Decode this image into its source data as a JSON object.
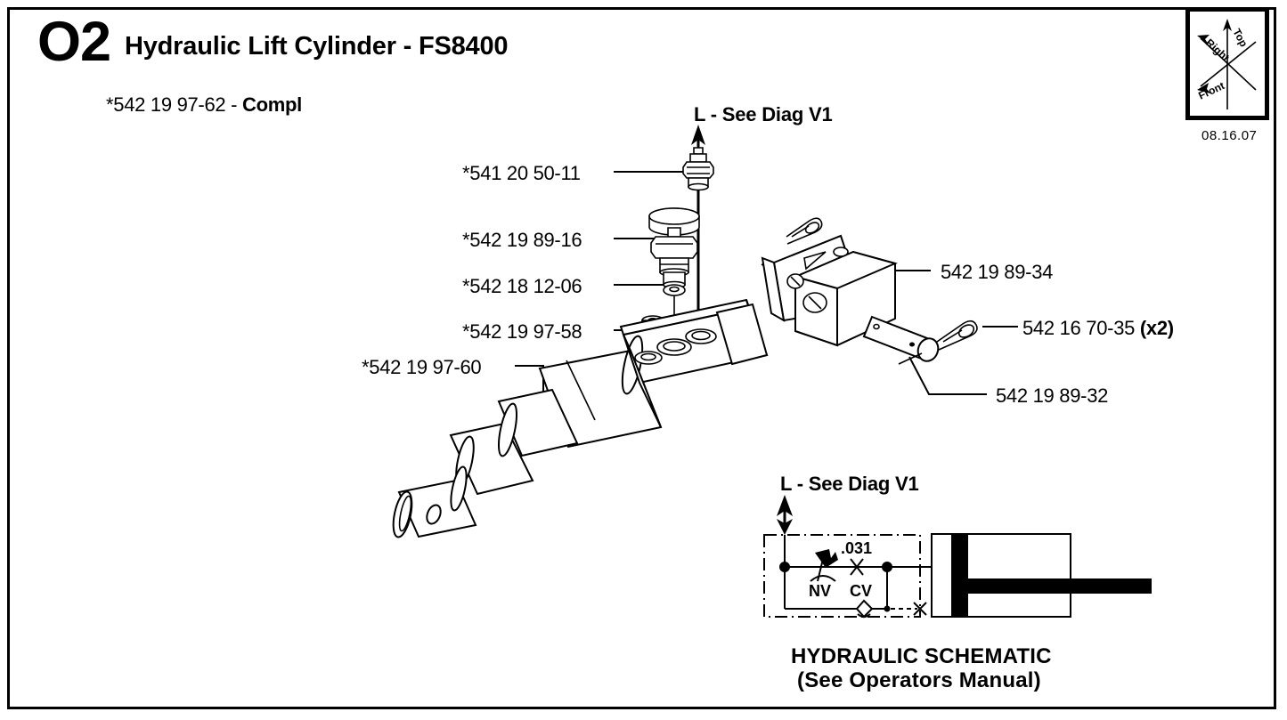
{
  "plate": {
    "number": "O2",
    "title": "Hydraulic Lift Cylinder - FS8400",
    "assembly_prefix": "*542 19 97-62 - ",
    "assembly_suffix": "Compl",
    "revision_date": "08.16.07"
  },
  "compass": {
    "top_label": "Top",
    "right_label": "Right",
    "front_label": "Front"
  },
  "callouts": [
    {
      "id": "diag-top",
      "text": "L - See Diag V1"
    },
    {
      "id": "54120-50-11",
      "text": "*541 20 50-11"
    },
    {
      "id": "5421989-16",
      "text": "*542 19 89-16"
    },
    {
      "id": "5421812-06",
      "text": "*542 18 12-06"
    },
    {
      "id": "5421997-58",
      "text": "*542 19 97-58"
    },
    {
      "id": "5421997-60",
      "text": "*542 19 97-60"
    },
    {
      "id": "5421989-34",
      "text": "542 19 89-34"
    },
    {
      "id": "5421670-35",
      "text": "542 16 70-35 ",
      "qty": "(x2)"
    },
    {
      "id": "5421989-32",
      "text": "542 19 89-32"
    }
  ],
  "schematic": {
    "inlet_label": "L - See Diag V1",
    "needle_valve_label": "NV",
    "check_valve_label": "CV",
    "orifice_label": ".031",
    "caption_line1": "HYDRAULIC SCHEMATIC",
    "caption_line2": "(See Operators Manual)"
  },
  "colors": {
    "ink": "#000000",
    "paper": "#ffffff"
  }
}
